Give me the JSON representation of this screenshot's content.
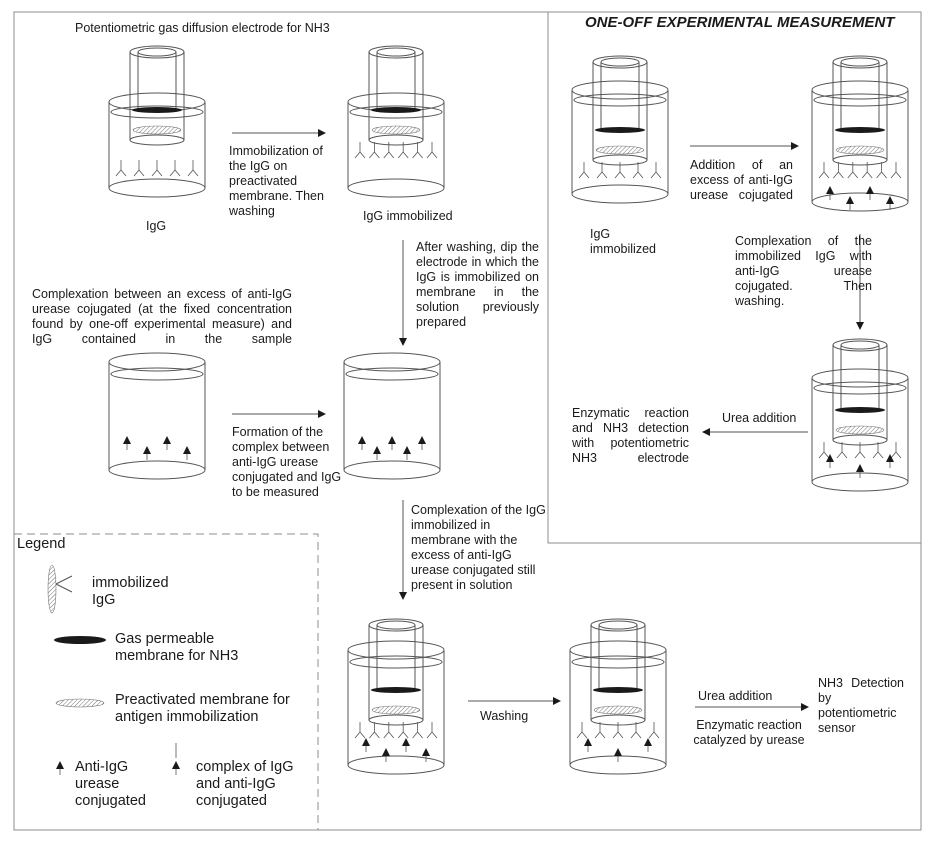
{
  "title": "ONE-OFF EXPERIMENTAL MEASUREMENT",
  "texts": {
    "electrode_caption": "Potentiometric gas diffusion electrode for NH3",
    "igg_label": "IgG",
    "step_immobilization": "Immobilization of the IgG on preactivated membrane. Then washing",
    "igg_immobilized": "IgG immobilized",
    "after_washing": "After washing, dip the electrode in which the IgG is immobilized on membrane in the solution previously prepared",
    "complexation_sample": "Complexation between an excess of anti-IgG urease cojugated (at the fixed concentration found by one-off experimental measure) and IgG contained in the sample",
    "formation_complex": "Formation of the complex between anti-IgG urease conjugated and IgG to be measured",
    "complexation_membrane": "Complexation of the IgG immobilized in membrane with the excess of anti-IgG urease conjugated still present in solution",
    "washing": "Washing",
    "urea_addition_bottom": "Urea addition",
    "enzymatic_catalyzed": "Enzymatic reaction catalyzed by urease",
    "nh3_detection": "NH3 Detection by potentiometric sensor",
    "right_igg_immobilized": "IgG immobilized",
    "addition_excess": "Addition of an excess of anti-IgG urease cojugated",
    "complexation_right": "Complexation of the immobilized IgG with anti-IgG urease cojugated. Then washing.",
    "urea_addition_right": "Urea addition",
    "enzymatic_right": "Enzymatic reaction and NH3 detection with potentiometric NH3 electrode"
  },
  "legend": {
    "title": "Legend",
    "items": [
      {
        "label": "immobilized IgG",
        "icon": "immobilized-igg-icon"
      },
      {
        "label": "Gas permeable membrane for NH3",
        "icon": "gas-membrane-icon"
      },
      {
        "label": "Preactivated membrane for antigen immobilization",
        "icon": "preactivated-membrane-icon"
      },
      {
        "label": "Anti-IgG urease conjugated",
        "icon": "anti-igg-icon"
      },
      {
        "label": "complex of IgG and anti-IgG conjugated",
        "icon": "complex-icon"
      }
    ]
  },
  "colors": {
    "line": "#555555",
    "membrane": "#1a1a1a",
    "hatch": "#777777",
    "frame": "#8c8c8c"
  }
}
